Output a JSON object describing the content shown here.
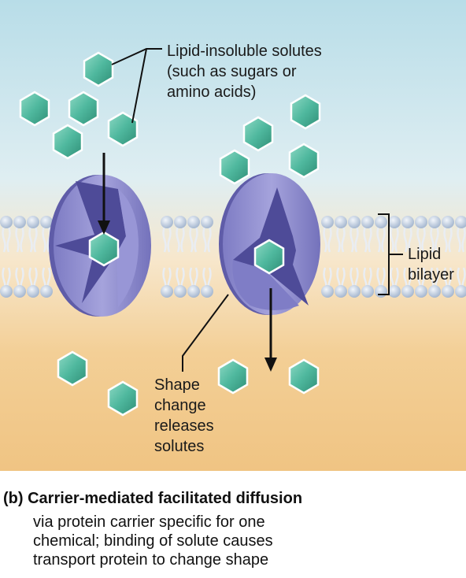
{
  "labels": {
    "solutes": [
      "Lipid-insoluble solutes",
      "(such as sugars or",
      "amino acids)"
    ],
    "bilayer": [
      "Lipid",
      "bilayer"
    ],
    "shape_change": [
      "Shape",
      "change",
      "releases",
      "solutes"
    ]
  },
  "caption": {
    "title": "(b) Carrier-mediated facilitated diffusion",
    "lines": [
      "via protein carrier specific for one",
      "chemical; binding of solute causes",
      "transport protein to change shape"
    ]
  },
  "colors": {
    "extracellular": "#bfe0e8",
    "cytoplasm": "#f2c98c",
    "carrier_protein": "#8a88cc",
    "solute": "#45b39a",
    "lipid_head": "#c9d5e6"
  }
}
